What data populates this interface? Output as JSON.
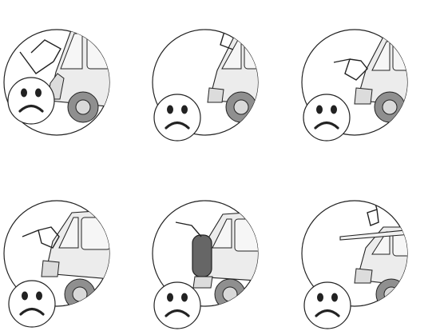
{
  "colors": {
    "background": "#ffffff",
    "outline": "#222222",
    "van_body": "#ececec",
    "window_fill": "#f6f6f6",
    "tire": "#8f8f8f",
    "hub": "#d9d9d9",
    "dark_panel": "#666666",
    "roof_board": "#f0f0f0"
  },
  "panels": [
    {
      "name": "panel-1",
      "scene_variant": "bracket-left-angled",
      "face_icon": "sad-face-icon"
    },
    {
      "name": "panel-2",
      "scene_variant": "bracket-up-diagonal",
      "face_icon": "sad-face-icon"
    },
    {
      "name": "panel-3",
      "scene_variant": "bracket-left-horizontal",
      "face_icon": "sad-face-icon"
    },
    {
      "name": "panel-4",
      "scene_variant": "bracket-left-horizontal",
      "face_icon": "sad-face-icon"
    },
    {
      "name": "panel-5",
      "scene_variant": "dark-panel-attached",
      "face_icon": "sad-face-icon"
    },
    {
      "name": "panel-6",
      "scene_variant": "roof-board",
      "face_icon": "sad-face-icon"
    }
  ]
}
